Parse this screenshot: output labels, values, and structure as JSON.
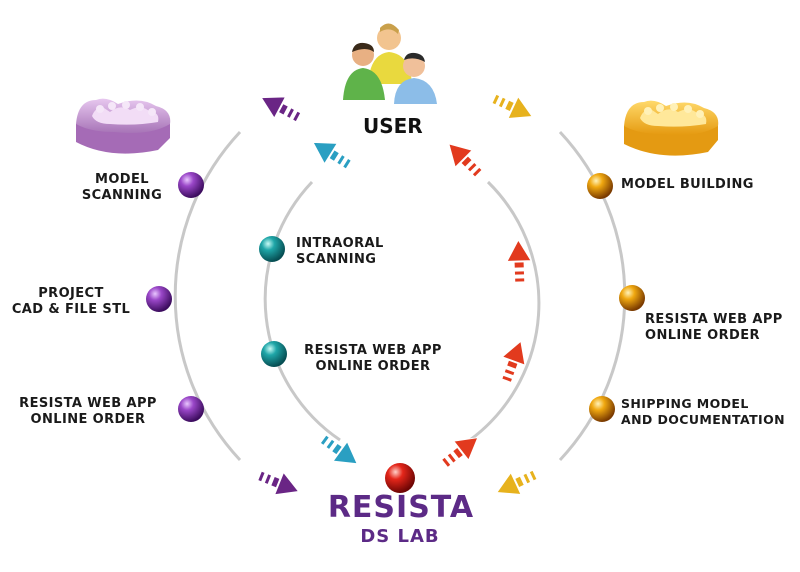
{
  "user": {
    "label": "USER"
  },
  "center": {
    "brand": "RESISTA",
    "subtitle": "DS LAB"
  },
  "left_path": {
    "steps": [
      {
        "line1": "MODEL",
        "line2": "SCANNING"
      },
      {
        "line1": "PROJECT",
        "line2": "CAD & FILE STL"
      },
      {
        "line1": "RESISTA WEB APP",
        "line2": "ONLINE ORDER"
      }
    ]
  },
  "inner_path": {
    "steps": [
      {
        "line1": "INTRAORAL",
        "line2": "SCANNING"
      },
      {
        "line1": "RESISTA WEB APP",
        "line2": "ONLINE ORDER"
      }
    ]
  },
  "right_path": {
    "steps": [
      {
        "line1": "MODEL BUILDING"
      },
      {
        "line1": "RESISTA WEB APP",
        "line2": "ONLINE ORDER"
      },
      {
        "line1": "SHIPPING MODEL",
        "line2": "AND DOCUMENTATION"
      }
    ]
  },
  "colors": {
    "left": "#6a2585",
    "inner": "#2a9fc2",
    "outbound": "#e23a1e",
    "right": "#e7b21d",
    "brand": "#5c2a86",
    "ring": "#c8c8c8"
  },
  "icons": {
    "user": "user-group-icon",
    "purple_model": "dental-model-purple-icon",
    "gold_model": "dental-model-gold-icon"
  }
}
